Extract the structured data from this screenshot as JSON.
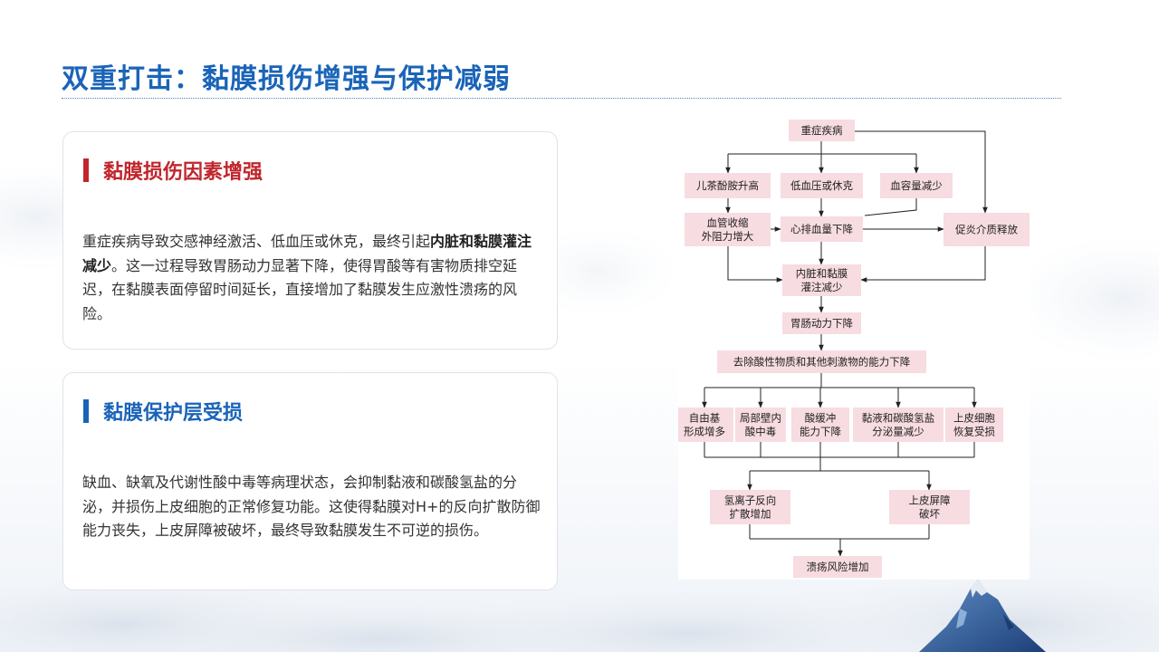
{
  "title": "双重打击：黏膜损伤增强与保护减弱",
  "colors": {
    "title": "#1a64b8",
    "card1_accent": "#c0262d",
    "card2_accent": "#1a64b8",
    "node_fill": "#f7dce1"
  },
  "cards": [
    {
      "heading": "黏膜损伤因素增强",
      "body_parts": [
        "重症疾病导致交感神经激活、低血压或休克，最终引起",
        "内脏和黏膜灌注减少",
        "。这一过程导致胃肠动力显著下降，使得胃酸等有害物质排空延迟，在黏膜表面停留时间延长，直接增加了黏膜发生应激性溃疡的风险。"
      ]
    },
    {
      "heading": "黏膜保护层受损",
      "body": "缺血、缺氧及代谢性酸中毒等病理状态，会抑制黏液和碳酸氢盐的分泌，并损伤上皮细胞的正常修复功能。这使得黏膜对H+的反向扩散防御能力丧失，上皮屏障被破坏，最终导致黏膜发生不可逆的损伤。"
    }
  ],
  "flowchart": {
    "nodes": {
      "n_root": [
        "重症疾病"
      ],
      "n_cat": [
        "儿茶酚胺升高"
      ],
      "n_hypo": [
        "低血压或休克"
      ],
      "n_vol": [
        "血容量减少"
      ],
      "n_vaso": [
        "血管收缩",
        "外阻力增大"
      ],
      "n_cardiac": [
        "心排血量下降"
      ],
      "n_inflam": [
        "促炎介质释放"
      ],
      "n_perf": [
        "内脏和黏膜",
        "灌注减少"
      ],
      "n_motil": [
        "胃肠动力下降"
      ],
      "n_clear": [
        "去除酸性物质和其他刺激物的能力下降"
      ],
      "n_free": [
        "自由基",
        "形成增多"
      ],
      "n_local": [
        "局部壁内",
        "酸中毒"
      ],
      "n_buffer": [
        "酸缓冲",
        "能力下降"
      ],
      "n_mucus": [
        "黏液和碳酸氢盐",
        "分泌量减少"
      ],
      "n_repair": [
        "上皮细胞",
        "恢复受损"
      ],
      "n_hion": [
        "氢离子反向",
        "扩散增加"
      ],
      "n_barrier": [
        "上皮屏障",
        "破坏"
      ],
      "n_ulcer": [
        "溃疡风险增加"
      ]
    }
  }
}
